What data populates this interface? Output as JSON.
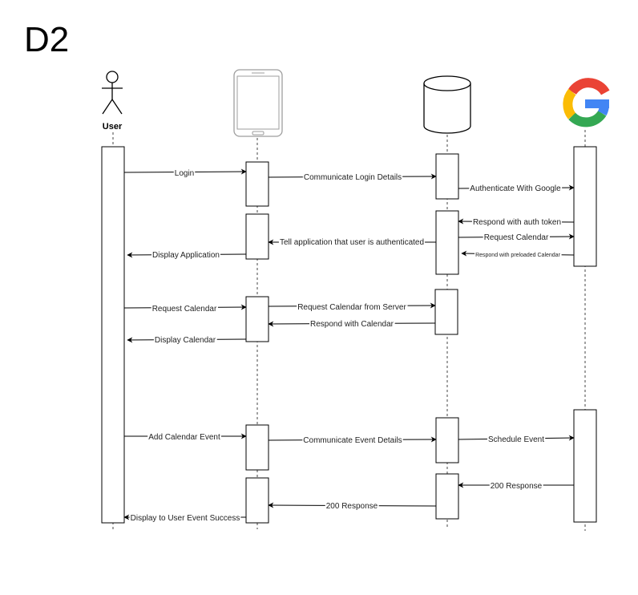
{
  "title": "D2",
  "actors": {
    "user": {
      "label": "User",
      "icon": "stick-figure-icon"
    },
    "phone": {
      "label": "",
      "icon": "smartphone-icon"
    },
    "server": {
      "label": "",
      "icon": "database-cylinder-icon"
    },
    "google": {
      "label": "",
      "icon": "google-logo-icon"
    }
  },
  "colors": {
    "line": "#000000",
    "lifeline": "#444444",
    "google_blue": "#4285F4",
    "google_red": "#EA4335",
    "google_yellow": "#FBBC05",
    "google_green": "#34A853",
    "phone_outline": "#9e9e9e"
  },
  "messages": [
    "Login",
    "Communicate Login Details",
    "Authenticate With Google",
    "Respond with auth token",
    "Request Calendar",
    "Respond with preloaded Calendar",
    "Tell application that user is authenticated",
    "Display Application",
    "Request Calendar",
    "Request Calendar from Server",
    "Respond with Calendar",
    "Display Calendar",
    "Add Calendar Event",
    "Communicate Event Details",
    "Schedule Event",
    "200 Response",
    "200 Response",
    "Display to User Event Success"
  ]
}
